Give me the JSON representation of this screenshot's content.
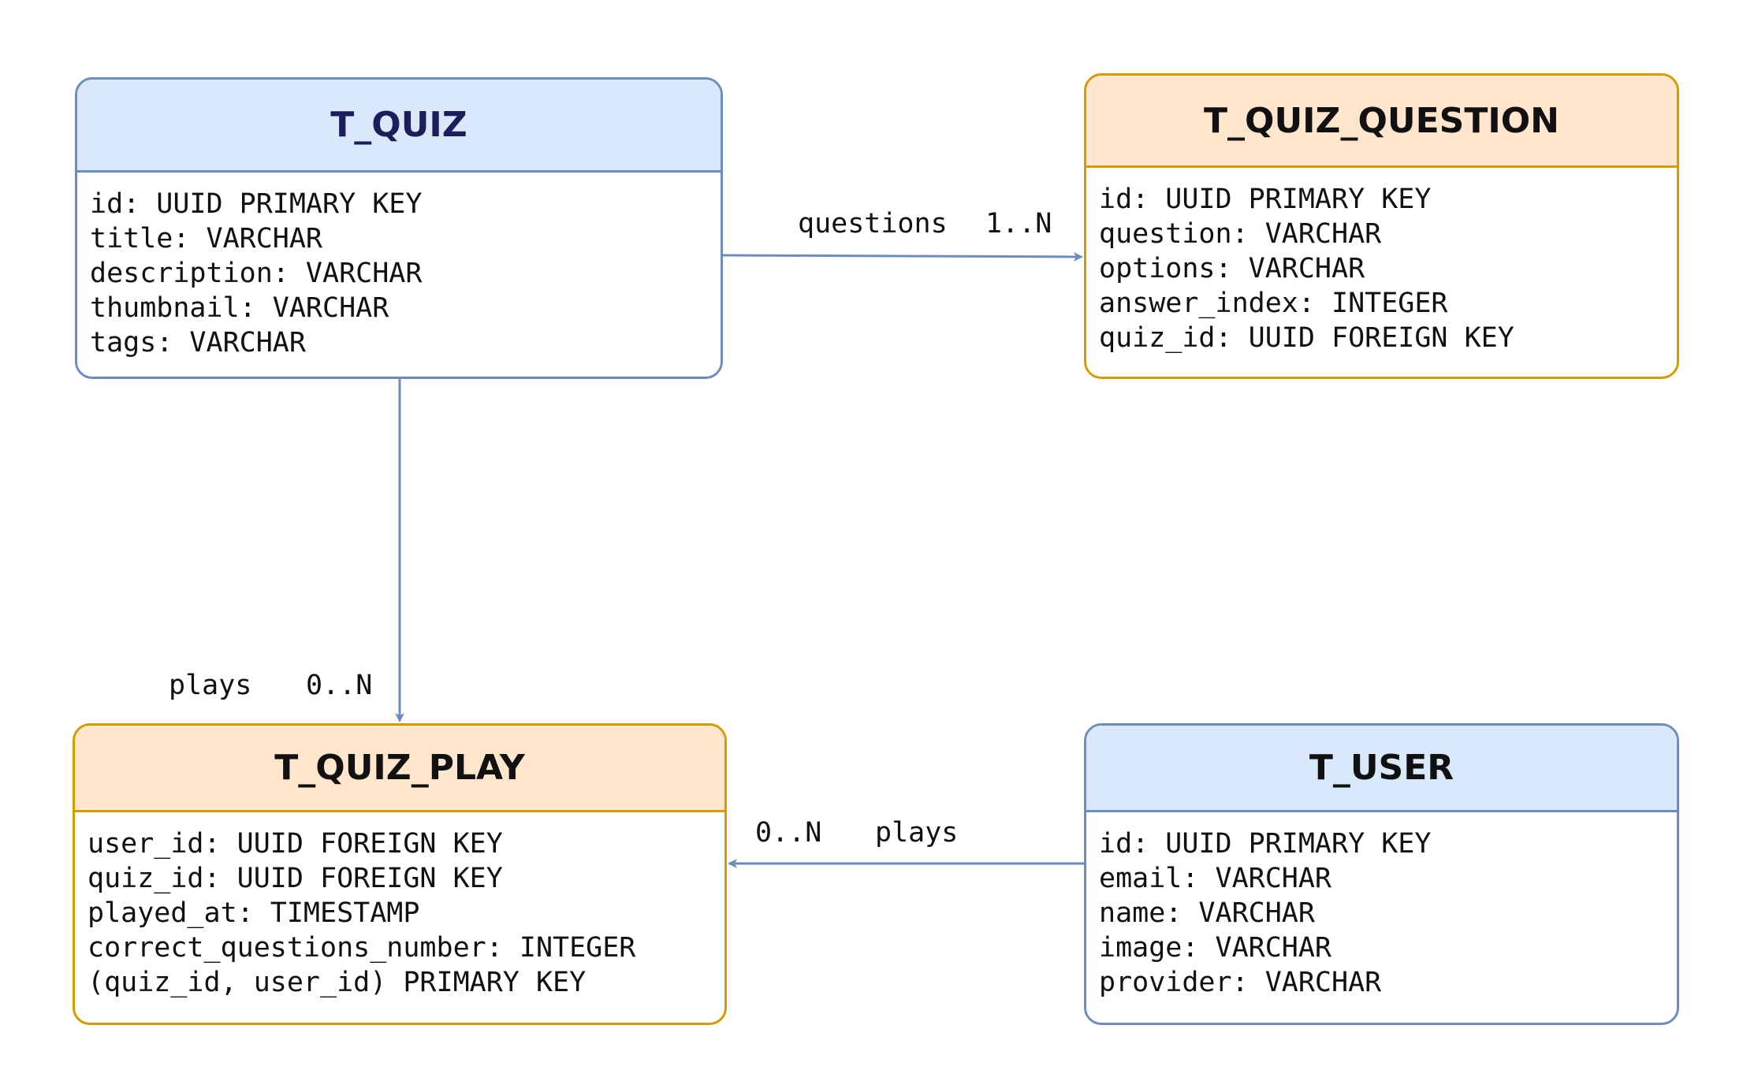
{
  "entities": {
    "quiz": {
      "name": "T_QUIZ",
      "title_color": "#1a1f5c",
      "fields": [
        "id: UUID PRIMARY KEY",
        "title: VARCHAR",
        "description: VARCHAR",
        "thumbnail: VARCHAR",
        "tags: VARCHAR"
      ]
    },
    "question": {
      "name": "T_QUIZ_QUESTION",
      "title_color": "#111111",
      "fields": [
        "id: UUID PRIMARY KEY",
        "question: VARCHAR",
        "options: VARCHAR",
        "answer_index: INTEGER",
        "quiz_id: UUID FOREIGN KEY"
      ]
    },
    "play": {
      "name": "T_QUIZ_PLAY",
      "title_color": "#111111",
      "fields": [
        "user_id: UUID FOREIGN KEY",
        "quiz_id: UUID FOREIGN KEY",
        "played_at: TIMESTAMP",
        "correct_questions_number: INTEGER",
        "(quiz_id, user_id) PRIMARY KEY"
      ]
    },
    "user": {
      "name": "T_USER",
      "title_color": "#111111",
      "fields": [
        "id: UUID PRIMARY KEY",
        "email: VARCHAR",
        "name: VARCHAR",
        "image: VARCHAR",
        "provider: VARCHAR"
      ]
    }
  },
  "relations": {
    "quiz_to_question": {
      "name": "questions",
      "cardinality": "1..N"
    },
    "quiz_to_play": {
      "name": "plays",
      "cardinality": "0..N"
    },
    "user_to_play": {
      "name": "plays",
      "cardinality": "0..N"
    }
  },
  "colors": {
    "blue_fill": "#dae8fc",
    "blue_stroke": "#6c8ebf",
    "orange_fill": "#ffe6cc",
    "orange_stroke": "#d79b00",
    "edge": "#6c8ebf"
  }
}
